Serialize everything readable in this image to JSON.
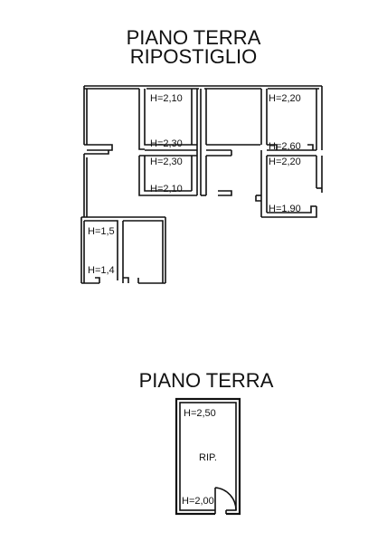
{
  "upper_plan": {
    "title_line1": "PIANO TERRA",
    "title_line2": "RIPOSTIGLIO",
    "heights": [
      "H=2,10",
      "H=2,30",
      "H=2,30",
      "H=2,10",
      "H=2,20",
      "H=2,60",
      "H=2,20",
      "H=1,90",
      "H=1,5",
      "H=1,4"
    ]
  },
  "lower_plan": {
    "title": "PIANO TERRA",
    "height_top": "H=2,50",
    "room_label": "RIP.",
    "height_bottom": "H=2,00"
  }
}
